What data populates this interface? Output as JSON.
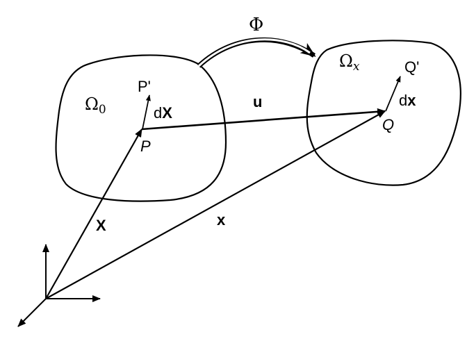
{
  "diagram": {
    "mapping": {
      "symbol": "Φ"
    },
    "reference_region": {
      "symbol": "Ω",
      "subscript": "0"
    },
    "current_region": {
      "symbol": "Ω",
      "subscript": "x"
    },
    "points": {
      "p": "P",
      "p_prime": "P'",
      "q": "Q",
      "q_prime": "Q'"
    },
    "vectors": {
      "material_position": "X",
      "spatial_position": "x",
      "displacement": "u",
      "material_element_prefix": "d",
      "material_element_symbol": "X",
      "spatial_element_prefix": "d",
      "spatial_element_symbol": "x"
    }
  }
}
